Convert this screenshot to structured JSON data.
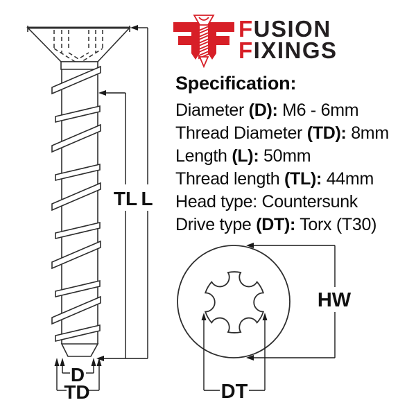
{
  "colors": {
    "brand_red": "#d71f27",
    "ink": "#231f20",
    "line": "#2e2e2e"
  },
  "logo": {
    "icon": "ff-screw-monogram-icon",
    "line1_first": "F",
    "line1_rest": "USION",
    "line2_first": "F",
    "line2_rest": "IXINGS"
  },
  "spec": {
    "title": "Specification:",
    "rows": [
      {
        "pre": "Diameter ",
        "bold": "(D):",
        "post": " M6 - 6mm"
      },
      {
        "pre": "Thread Diameter ",
        "bold": "(TD):",
        "post": " 8mm"
      },
      {
        "pre": "Length ",
        "bold": "(L):",
        "post": " 50mm"
      },
      {
        "pre": "Thread length ",
        "bold": "(TL):",
        "post": " 44mm"
      },
      {
        "pre": "Head type: Countersunk",
        "bold": "",
        "post": ""
      },
      {
        "pre": "Drive type ",
        "bold": "(DT):",
        "post": " Torx (T30)"
      }
    ]
  },
  "diagram": {
    "labels": {
      "thread_length": "TL",
      "length": "L",
      "diameter": "D",
      "thread_diameter": "TD",
      "head_width": "HW",
      "drive_type": "DT"
    }
  }
}
